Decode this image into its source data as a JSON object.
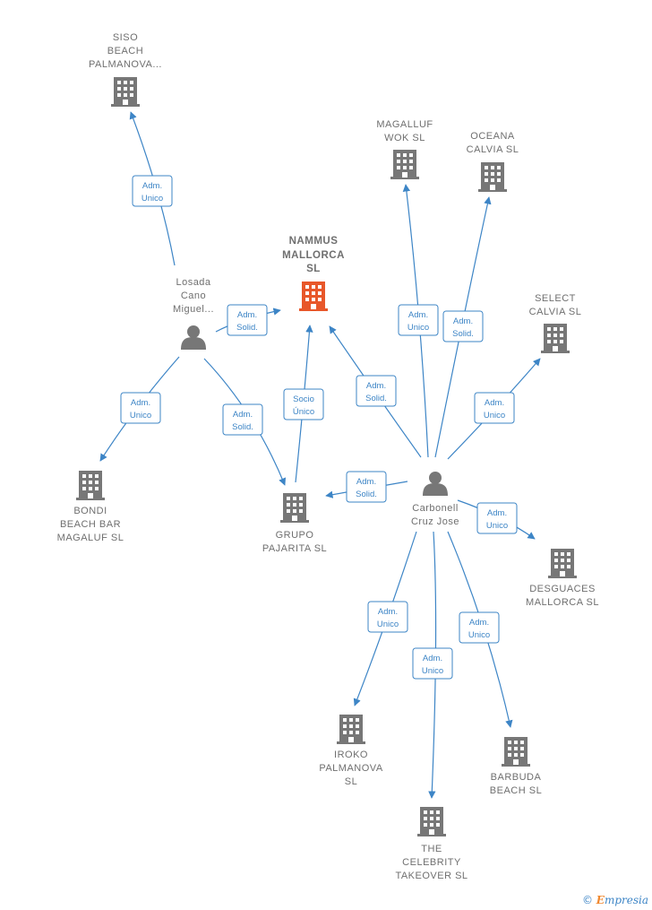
{
  "nodes": [
    {
      "id": "siso",
      "type": "company",
      "lines": [
        "SISO",
        "BEACH",
        "PALMANOVA..."
      ]
    },
    {
      "id": "nammus",
      "type": "company-main",
      "lines": [
        "NAMMUS",
        "MALLORCA",
        "SL"
      ]
    },
    {
      "id": "magalluf",
      "type": "company",
      "lines": [
        "MAGALLUF",
        "WOK  SL"
      ]
    },
    {
      "id": "oceana",
      "type": "company",
      "lines": [
        "OCEANA",
        "CALVIA  SL"
      ]
    },
    {
      "id": "select",
      "type": "company",
      "lines": [
        "SELECT",
        "CALVIA  SL"
      ]
    },
    {
      "id": "losada",
      "type": "person",
      "lines": [
        "Losada",
        "Cano",
        "Miguel..."
      ]
    },
    {
      "id": "bondi",
      "type": "company",
      "lines": [
        "BONDI",
        "BEACH BAR",
        "MAGALUF  SL"
      ]
    },
    {
      "id": "grupo",
      "type": "company",
      "lines": [
        "GRUPO",
        "PAJARITA  SL"
      ]
    },
    {
      "id": "carbonell",
      "type": "person",
      "lines": [
        "Carbonell",
        "Cruz Jose"
      ]
    },
    {
      "id": "desguaces",
      "type": "company",
      "lines": [
        "DESGUACES",
        "MALLORCA  SL"
      ]
    },
    {
      "id": "iroko",
      "type": "company",
      "lines": [
        "IROKO",
        "PALMANOVA",
        "SL"
      ]
    },
    {
      "id": "barbuda",
      "type": "company",
      "lines": [
        "BARBUDA",
        "BEACH  SL"
      ]
    },
    {
      "id": "celebrity",
      "type": "company",
      "lines": [
        "THE",
        "CELEBRITY",
        "TAKEOVER  SL"
      ]
    }
  ],
  "edges": [
    {
      "from": "losada",
      "to": "siso",
      "label": [
        "Adm.",
        "Unico"
      ]
    },
    {
      "from": "losada",
      "to": "nammus",
      "label": [
        "Adm.",
        "Solid."
      ]
    },
    {
      "from": "losada",
      "to": "bondi",
      "label": [
        "Adm.",
        "Unico"
      ]
    },
    {
      "from": "losada",
      "to": "grupo",
      "label": [
        "Adm.",
        "Solid."
      ]
    },
    {
      "from": "grupo",
      "to": "nammus",
      "label": [
        "Socio",
        "Único"
      ]
    },
    {
      "from": "carbonell",
      "to": "nammus",
      "label": [
        "Adm.",
        "Solid."
      ]
    },
    {
      "from": "carbonell",
      "to": "magalluf",
      "label": [
        "Adm.",
        "Unico"
      ]
    },
    {
      "from": "carbonell",
      "to": "oceana",
      "label": [
        "Adm.",
        "Solid."
      ]
    },
    {
      "from": "carbonell",
      "to": "select",
      "label": [
        "Adm.",
        "Unico"
      ]
    },
    {
      "from": "carbonell",
      "to": "grupo",
      "label": [
        "Adm.",
        "Solid."
      ]
    },
    {
      "from": "carbonell",
      "to": "desguaces",
      "label": [
        "Adm.",
        "Unico"
      ]
    },
    {
      "from": "carbonell",
      "to": "iroko",
      "label": [
        "Adm.",
        "Unico"
      ]
    },
    {
      "from": "carbonell",
      "to": "celebrity",
      "label": [
        "Adm.",
        "Unico"
      ]
    },
    {
      "from": "carbonell",
      "to": "barbuda",
      "label": [
        "Adm.",
        "Unico"
      ]
    }
  ],
  "colors": {
    "edge": "#3d85c6",
    "company": "#777777",
    "main_company": "#e8572a",
    "person": "#777777"
  },
  "footer": {
    "copyright": "©",
    "brand_initial": "E",
    "brand_rest": "mpresia"
  }
}
